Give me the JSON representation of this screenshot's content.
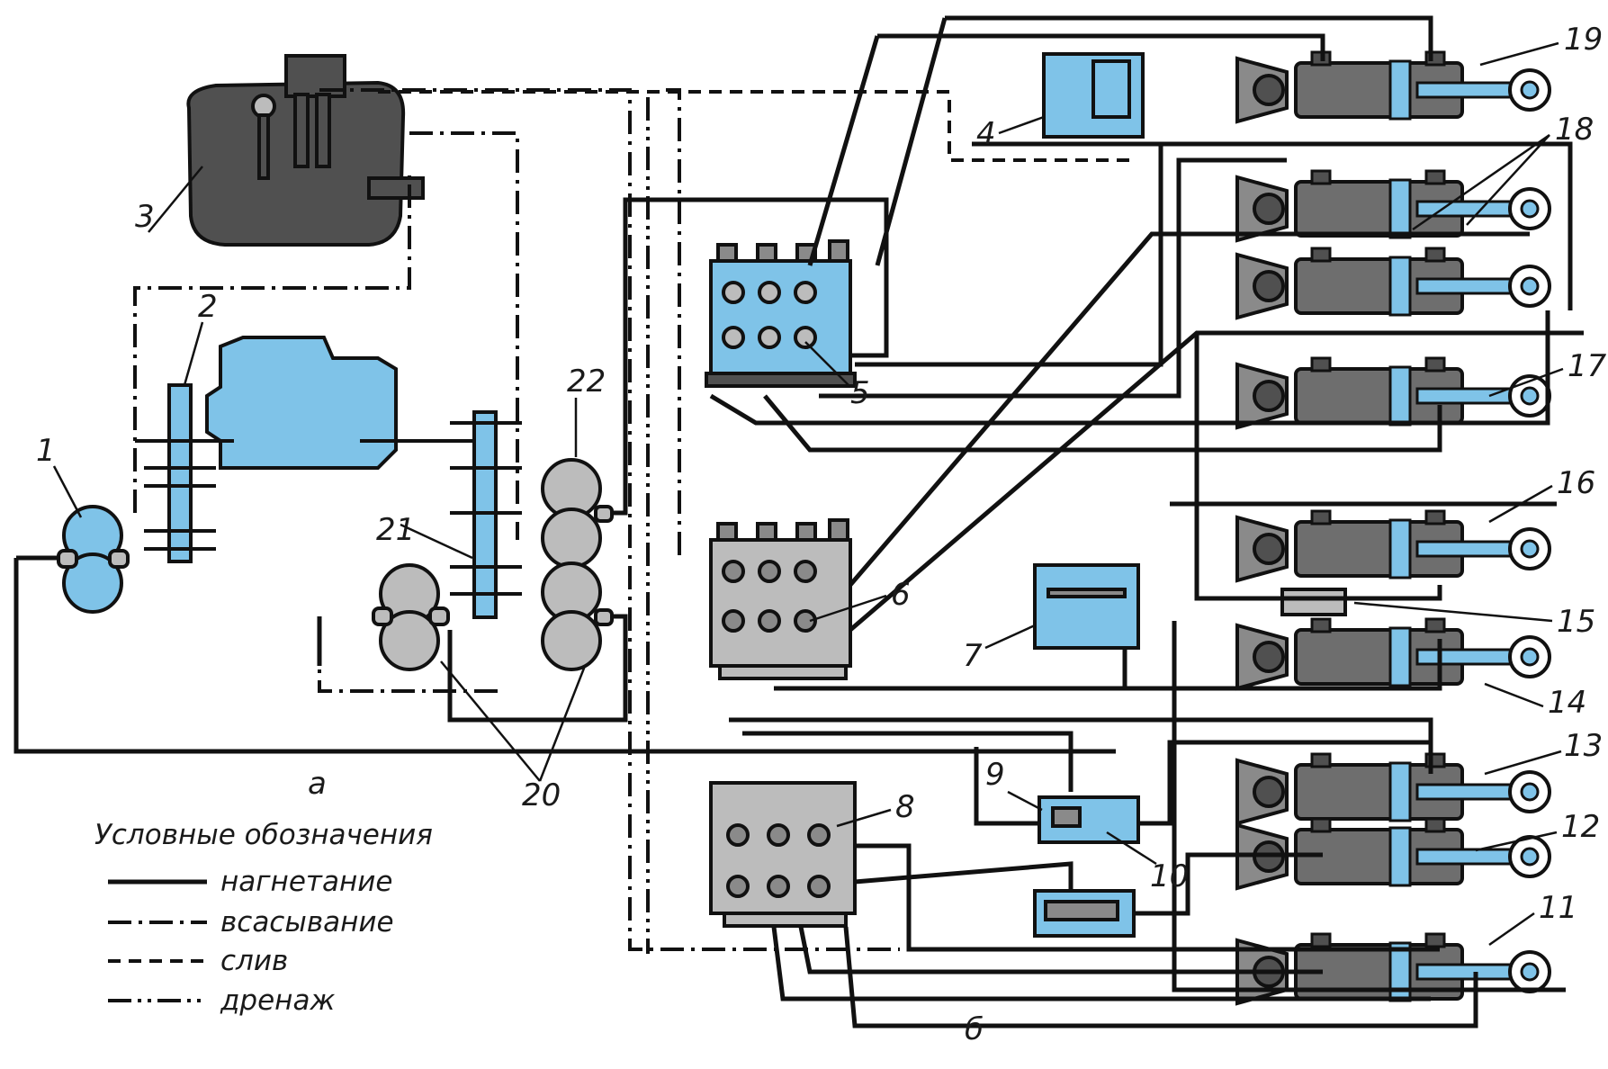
{
  "labels": {
    "n1": "1",
    "n2": "2",
    "n3": "3",
    "n4": "4",
    "n5": "5",
    "n6": "6",
    "n7": "7",
    "n8": "8",
    "n9": "9",
    "n10": "10",
    "n11": "11",
    "n12": "12",
    "n13": "13",
    "n14": "14",
    "n15": "15",
    "n16": "16",
    "n17": "17",
    "n18": "18",
    "n19": "19",
    "n20": "20",
    "n21": "21",
    "n22": "22",
    "part_a": "а",
    "part_b": "б"
  },
  "legend": {
    "title": "Условные обозначения",
    "items": [
      "нагнетание",
      "всасывание",
      "слив",
      "дренаж"
    ]
  },
  "colors": {
    "component_blue": "#7fc3e8",
    "component_grey": "#8a8a8a",
    "line": "#111111"
  }
}
